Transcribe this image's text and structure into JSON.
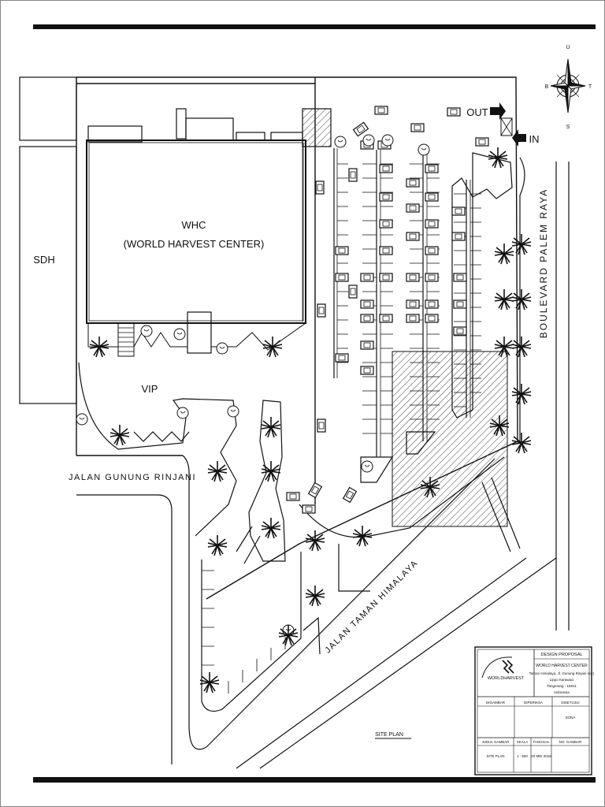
{
  "plan": {
    "building_code": "WHC",
    "building_name": "(WORLD HARVEST CENTER)",
    "neighbor": "SDH",
    "vip_area": "VIP",
    "roads": {
      "west": "JALAN GUNUNG RINJANI",
      "south": "JALAN TAMAN HIMALAYA",
      "east": "BOULEVARD PALEM RAYA"
    },
    "gates": {
      "exit": "OUT",
      "entry": "IN"
    },
    "compass": {
      "north": "U",
      "south": "S",
      "east": "T",
      "west": "B"
    }
  },
  "title_block": {
    "header": "DESIGN PROPOSAL",
    "logo_text": "WORLDHARVEST",
    "project_name": "WORLD HARVEST CENTER",
    "address_1": "Taman Himalaya, Jl. Gunung Rinjani no.1",
    "address_2": "Lippo Karawaci",
    "address_3": "Tangerang - 15811",
    "address_4": "Indonesia",
    "col_drawn": "DIGAMBAR",
    "col_checked": "DIPERIKSA",
    "col_approved": "DISETUJUI",
    "approved_value": "ZONA",
    "col_title": "JUDUL GAMBAR",
    "col_scale": "SKALA",
    "col_date": "TANGGAL",
    "col_number": "NO. GAMBAR",
    "title_value": "SITE PLAN",
    "scale_value": "1 : 500",
    "date_value": "20 MEI 2016"
  },
  "drawing_caption": "SITE PLAN"
}
